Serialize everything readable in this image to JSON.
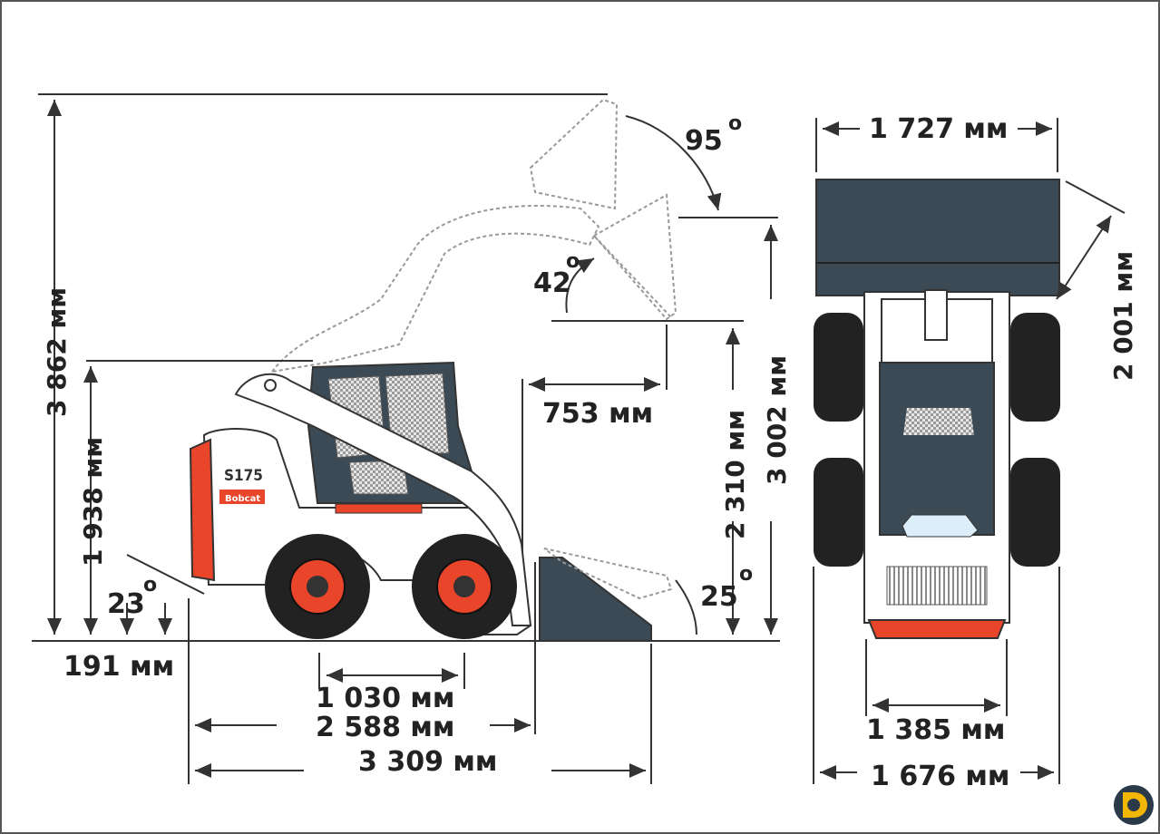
{
  "diagram": {
    "model_label": "S175",
    "brand_label": "Bobcat",
    "side_view": {
      "max_lift_height": "3 862 мм",
      "cab_height": "1 938 мм",
      "ground_clearance": "191 мм",
      "rear_departure_angle": "23",
      "bucket_rollback_angle": "25",
      "wheelbase": "1 030 мм",
      "length_without_bucket": "2 588 мм",
      "length_with_bucket": "3 309 мм",
      "dump_reach": "753 мм",
      "dump_height": "2 310 мм",
      "hinge_pin_height": "3 002 мм",
      "dump_angle": "42",
      "rollback_at_height_angle": "95"
    },
    "front_view": {
      "bucket_width": "1 727 мм",
      "bucket_diagonal": "2 001 мм",
      "track_width": "1 385 мм",
      "overall_width": "1 676 мм"
    },
    "degree_symbol": "o",
    "colors": {
      "body": "#ffffff",
      "cab_dark": "#3b4a54",
      "accent_red": "#e8452a",
      "tire": "#222222",
      "outline": "#333333"
    }
  }
}
